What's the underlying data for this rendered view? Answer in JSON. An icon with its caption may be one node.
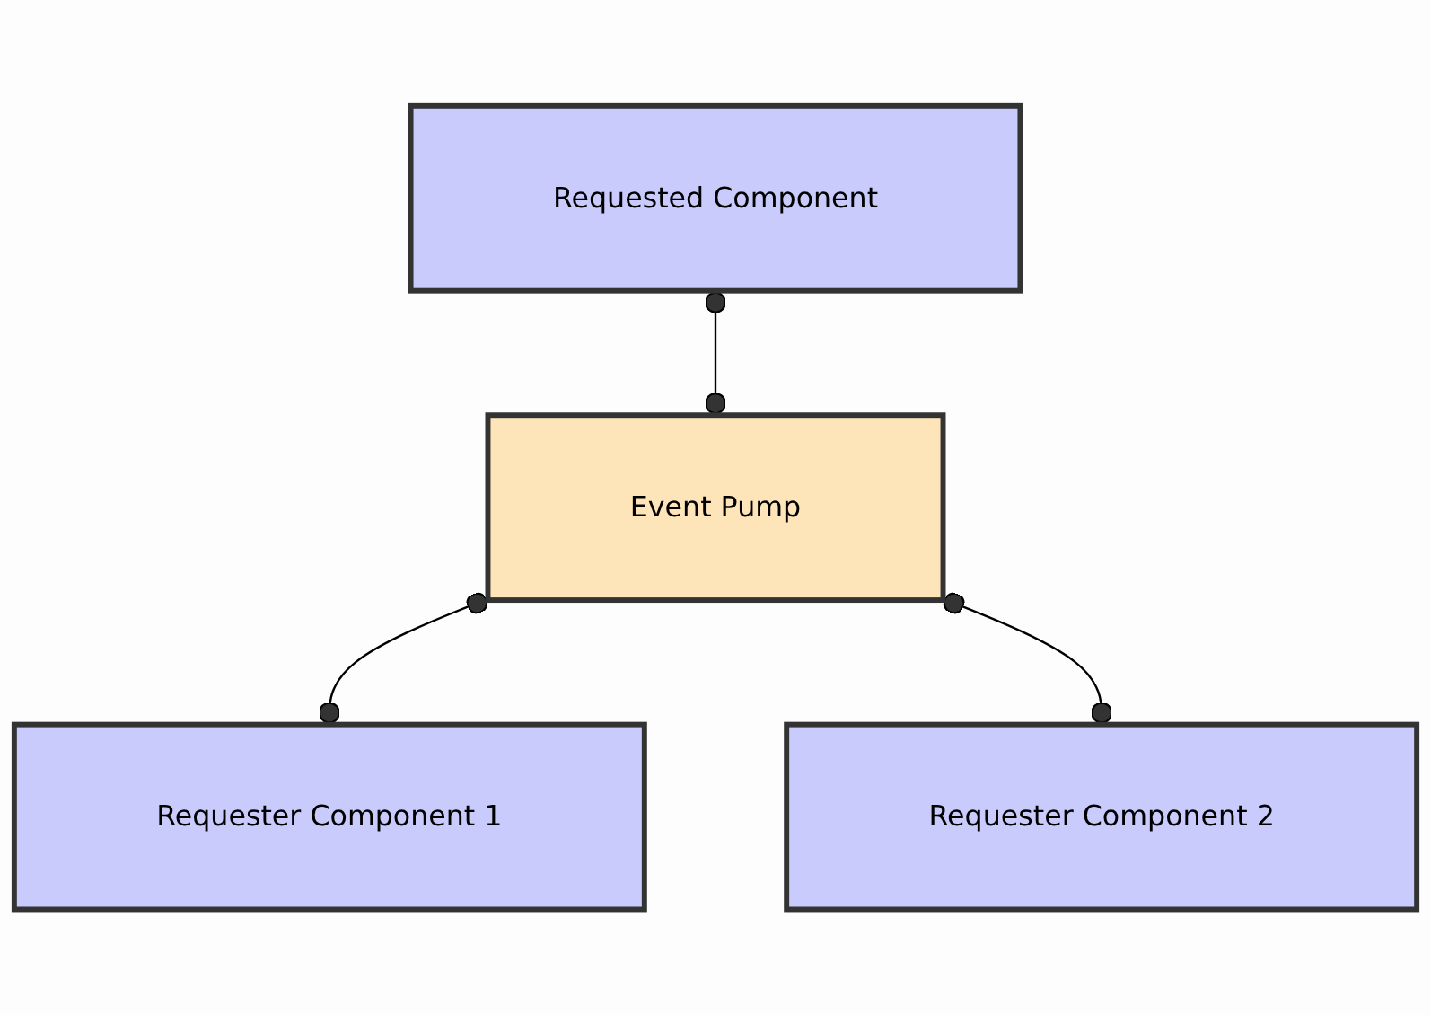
{
  "diagram": {
    "nodes": [
      {
        "text": [
          "Requested Component"
        ]
      },
      {
        "text": [
          "Event Pump"
        ]
      },
      {
        "text": [
          "Requester Component 1"
        ]
      },
      {
        "text": [
          "Requester Component 2"
        ]
      }
    ],
    "edges": [
      {
        "from": 0,
        "to": 1,
        "arrow": "other"
      },
      {
        "from": 1,
        "to": 2,
        "arrow": "other"
      },
      {
        "from": 1,
        "to": 3,
        "arrow": "other"
      }
    ]
  }
}
